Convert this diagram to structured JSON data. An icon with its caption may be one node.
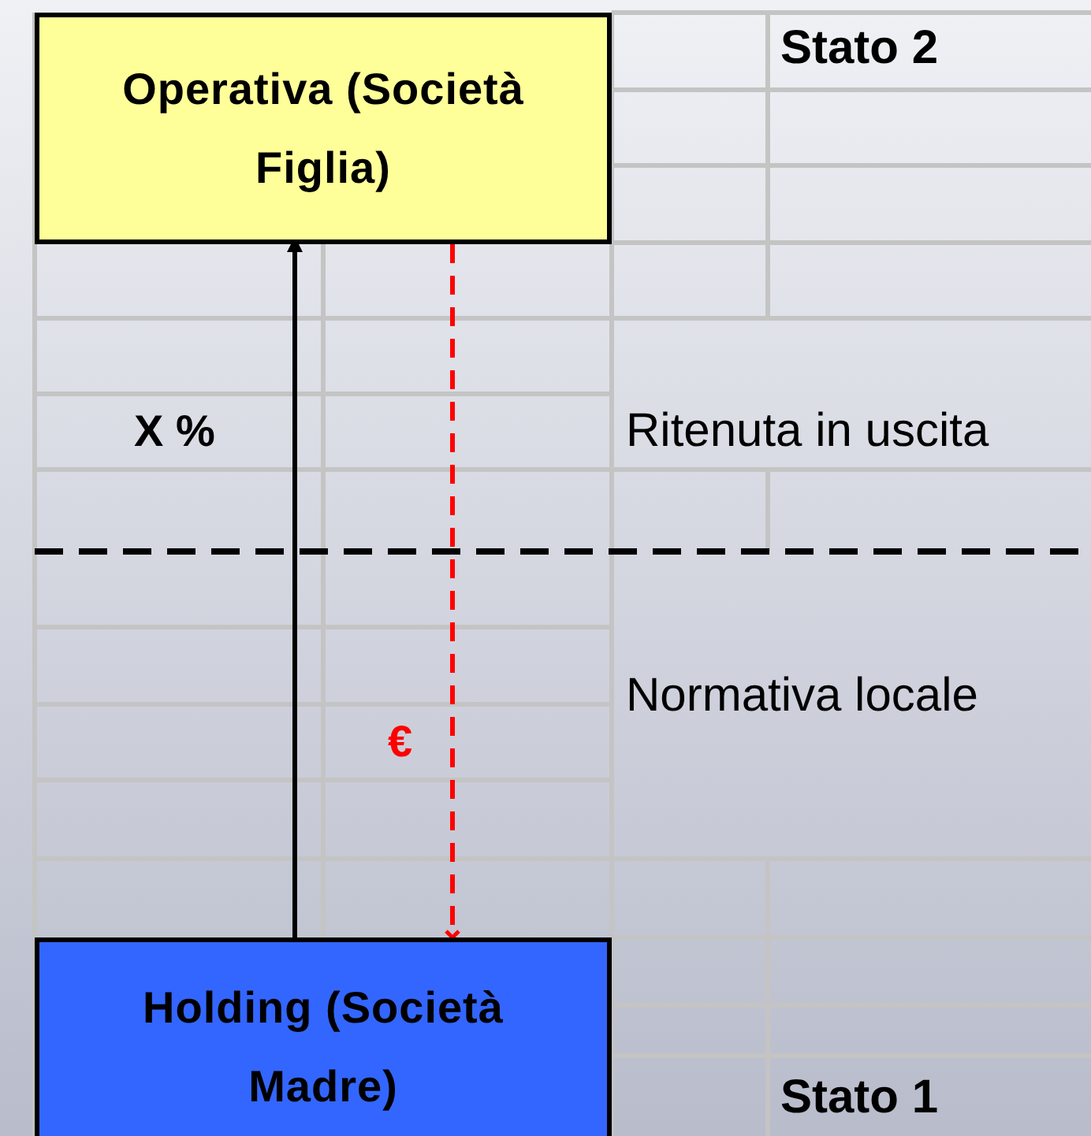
{
  "diagram": {
    "nodes": [
      {
        "text": [
          "Operativa (Società Figlia)"
        ]
      },
      {
        "text": [
          "Holding (Società Madre)"
        ]
      }
    ],
    "edges": [
      {
        "from": 1,
        "to": 0,
        "arrow": "to",
        "label": "X %"
      },
      {
        "from": 0,
        "to": 1,
        "arrow": "to",
        "label": "€",
        "style": "dashed",
        "color": "#ff0000"
      }
    ],
    "labels": [
      "Stato 2",
      "Ritenuta in uscita",
      "Normativa locale",
      "Stato 1"
    ]
  }
}
